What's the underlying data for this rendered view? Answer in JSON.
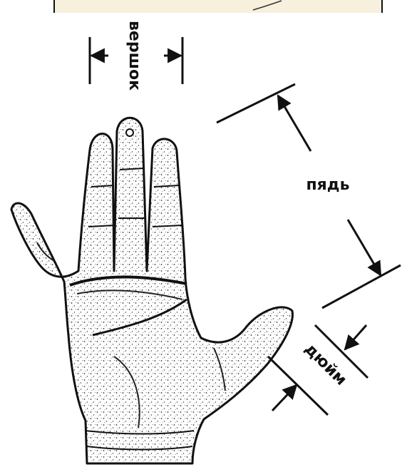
{
  "colors": {
    "ink": "#111111",
    "paper": "#ffffff",
    "top_band": "#f6f0dc"
  },
  "labels": {
    "vershok": "вершок",
    "pyad": "пядь",
    "duym": "дюйм"
  }
}
